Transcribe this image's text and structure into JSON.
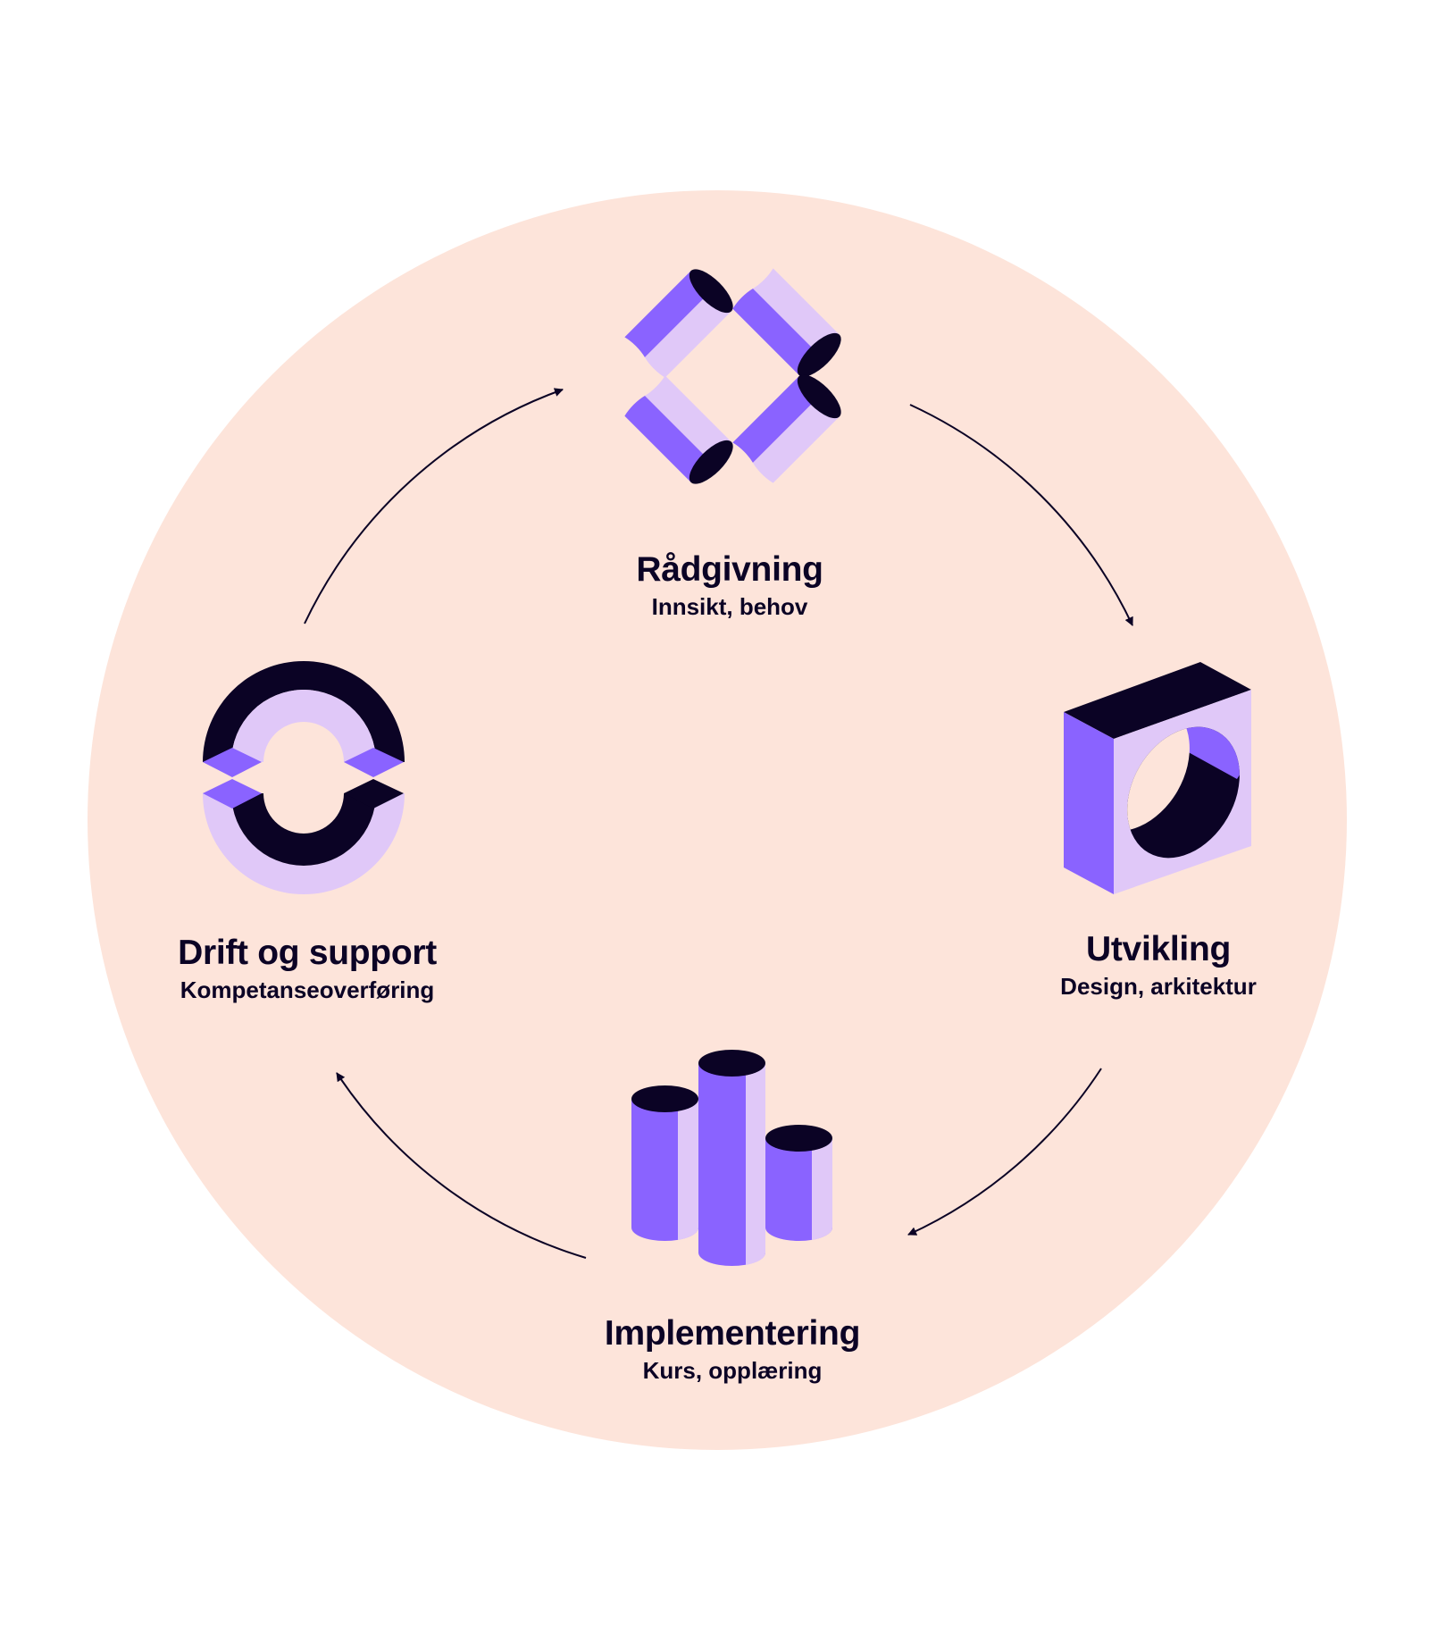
{
  "colors": {
    "background_circle": "#fde4da",
    "dark": "#0b0325",
    "purple": "#8a63ff",
    "lavender": "#e0c8f8"
  },
  "steps": [
    {
      "title": "Rådgivning",
      "subtitle": "Innsikt, behov",
      "icon": "diamond-cylinders-icon"
    },
    {
      "title": "Utvikling",
      "subtitle": "Design, arkitektur",
      "icon": "hollow-box-icon"
    },
    {
      "title": "Implementering",
      "subtitle": "Kurs, opplæring",
      "icon": "bar-cylinders-icon"
    },
    {
      "title": "Drift og support",
      "subtitle": "Kompetanseoverføring",
      "icon": "split-ring-icon"
    }
  ]
}
